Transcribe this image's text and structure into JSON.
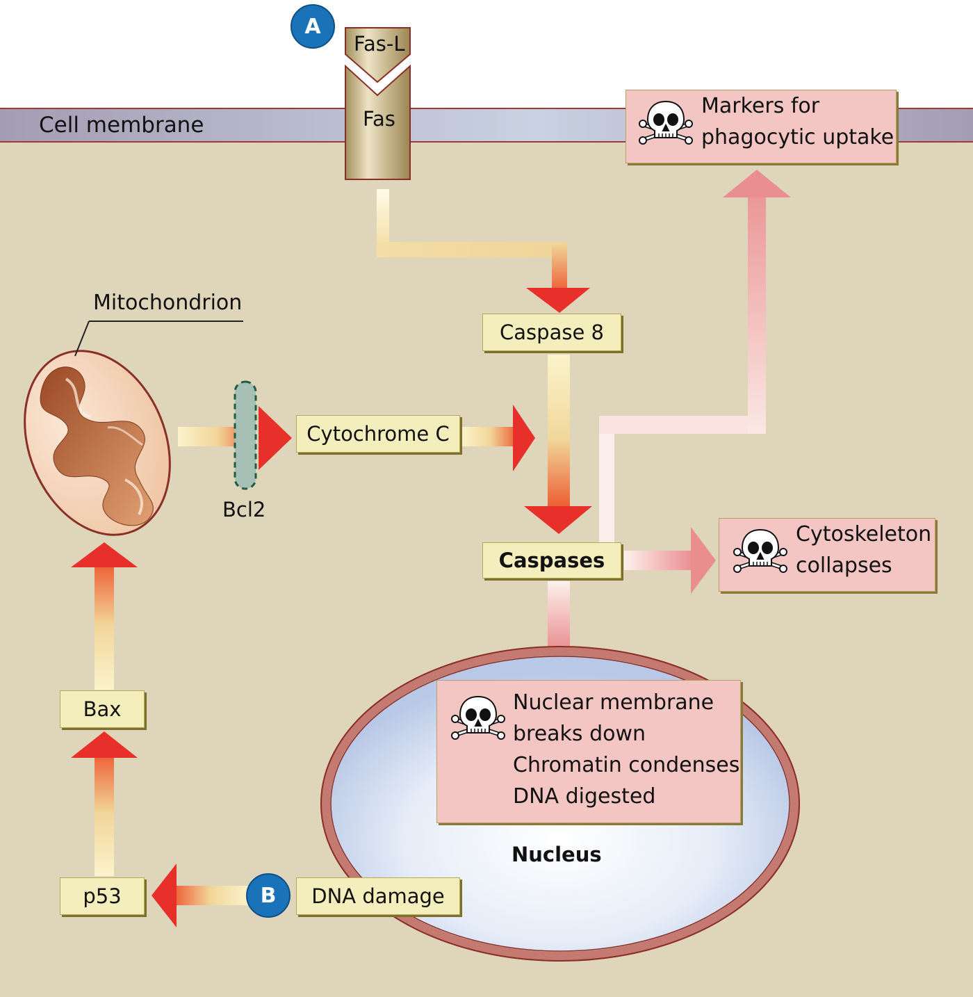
{
  "labels": {
    "cell_membrane": "Cell membrane",
    "fas_l": "Fas-L",
    "fas": "Fas",
    "mitochondrion": "Mitochondrion",
    "bcl2": "Bcl2",
    "cytochrome_c": "Cytochrome C",
    "caspase_8": "Caspase 8",
    "caspases": "Caspases",
    "bax": "Bax",
    "p53": "p53",
    "dna_damage": "DNA damage",
    "nucleus": "Nucleus"
  },
  "outcomes": {
    "markers": [
      "Markers for",
      "phagocytic uptake"
    ],
    "cytoskeleton": [
      "Cytoskeleton",
      "collapses"
    ],
    "nuclear": [
      "Nuclear membrane",
      "breaks down",
      "Chromatin condenses",
      "DNA digested"
    ]
  },
  "badges": {
    "a": "A",
    "b": "B"
  },
  "colors": {
    "background": "#dfd5bb",
    "membrane": "#aaa2b8",
    "label_box": "#f4eebd",
    "outcome_box": "#f3c6c3",
    "arrow_red": "#e8302a",
    "arrow_pink": "#e98d8f",
    "badge_blue": "#1a73b8",
    "nucleus_rim": "#c47a70",
    "nucleus_fill": "#cbd8ef"
  }
}
